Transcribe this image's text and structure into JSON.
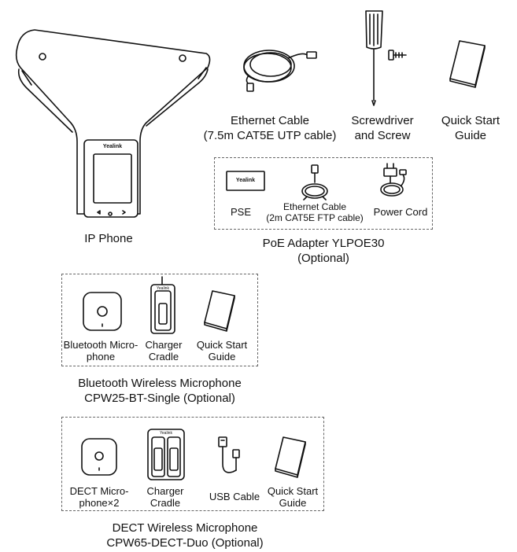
{
  "phone": {
    "brand": "Yealink",
    "label": "IP Phone"
  },
  "ethernet_cable": {
    "line1": "Ethernet Cable",
    "line2": "(7.5m CAT5E UTP cable)"
  },
  "screwdriver": {
    "line1": "Screwdriver",
    "line2": "and Screw"
  },
  "quick_start": {
    "line1": "Quick Start",
    "line2": "Guide"
  },
  "poe": {
    "brand": "Yealink",
    "pse_label": "PSE",
    "cable_line1": "Ethernet Cable",
    "cable_line2": "(2m CAT5E FTP cable)",
    "power_cord_label": "Power Cord",
    "title_line1": "PoE Adapter YLPOE30",
    "title_line2": "(Optional)"
  },
  "bt": {
    "mic_line1": "Bluetooth Micro-",
    "mic_line2": "phone",
    "cradle_brand": "Yealink",
    "cradle_line1": "Charger",
    "cradle_line2": "Cradle",
    "guide_line1": "Quick Start",
    "guide_line2": "Guide",
    "title_line1": "Bluetooth Wireless Microphone",
    "title_line2": "CPW25-BT-Single (Optional)"
  },
  "dect": {
    "mic_line1": "DECT Micro-",
    "mic_line2": "phone×2",
    "cradle_brand": "Yealink",
    "cradle_line1": "Charger",
    "cradle_line2": "Cradle",
    "usb_label": "USB Cable",
    "guide_line1": "Quick Start",
    "guide_line2": "Guide",
    "title_line1": "DECT Wireless Microphone",
    "title_line2": "CPW65-DECT-Duo (Optional)"
  }
}
